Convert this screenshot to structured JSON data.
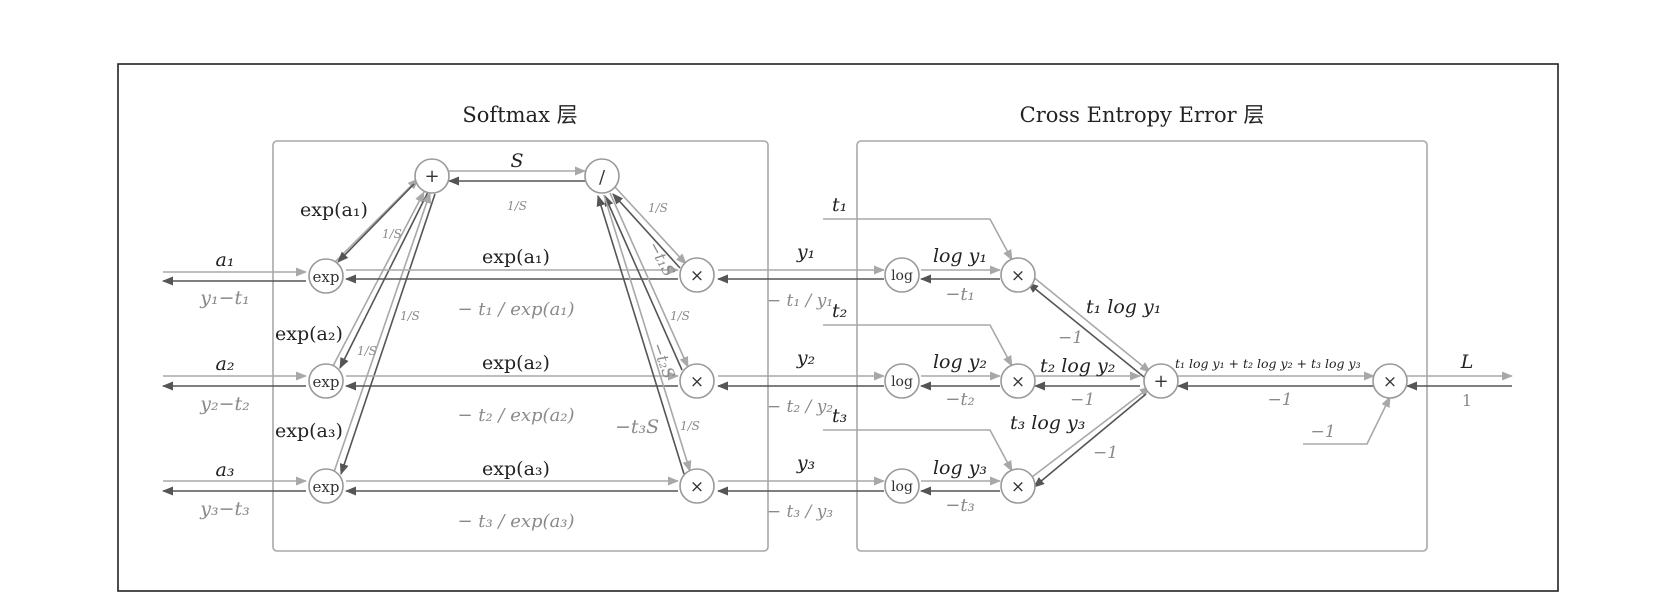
{
  "titles": {
    "softmax": "Softmax 层",
    "cross_entropy": "Cross Entropy Error 层"
  },
  "nodes": {
    "exp": "exp",
    "plus": "+",
    "div": "/",
    "mul": "×",
    "log": "log"
  },
  "labels": {
    "a1": "a₁",
    "a2": "a₂",
    "a3": "a₃",
    "y1_t1": "y₁−t₁",
    "y2_t2": "y₂−t₂",
    "y3_t3": "y₃−t₃",
    "exp_a1_up": "exp(a₁)",
    "exp_a2_up": "exp(a₂)",
    "exp_a3_up": "exp(a₃)",
    "inv_s": "1/S",
    "S": "S",
    "exp_a1_mid": "exp(a₁)",
    "exp_a2_mid": "exp(a₂)",
    "exp_a3_mid": "exp(a₃)",
    "neg_t1_over_exp_a1": "− t₁ / exp(a₁)",
    "neg_t2_over_exp_a2": "− t₂ / exp(a₂)",
    "neg_t3_over_exp_a3": "− t₃ / exp(a₃)",
    "neg_t1_S": "−t₁S",
    "neg_t2_S": "−t₂S",
    "neg_t3_S": "−t₃S",
    "y1": "y₁",
    "y2": "y₂",
    "y3": "y₃",
    "neg_t1_over_y1": "− t₁ / y₁",
    "neg_t2_over_y2": "− t₂ / y₂",
    "neg_t3_over_y3": "− t₃ / y₃",
    "t1": "t₁",
    "t2": "t₂",
    "t3": "t₃",
    "log_y1": "log y₁",
    "log_y2": "log y₂",
    "log_y3": "log y₃",
    "neg_t1": "−t₁",
    "neg_t2": "−t₂",
    "neg_t3": "−t₃",
    "t1_log_y1": "t₁ log y₁",
    "t2_log_y2": "t₂ log y₂",
    "t3_log_y3": "t₃ log y₃",
    "neg_1": "−1",
    "sum_terms": "t₁ log y₁ + t₂ log y₂ + t₃ log y₃",
    "L": "L",
    "one": "1"
  }
}
